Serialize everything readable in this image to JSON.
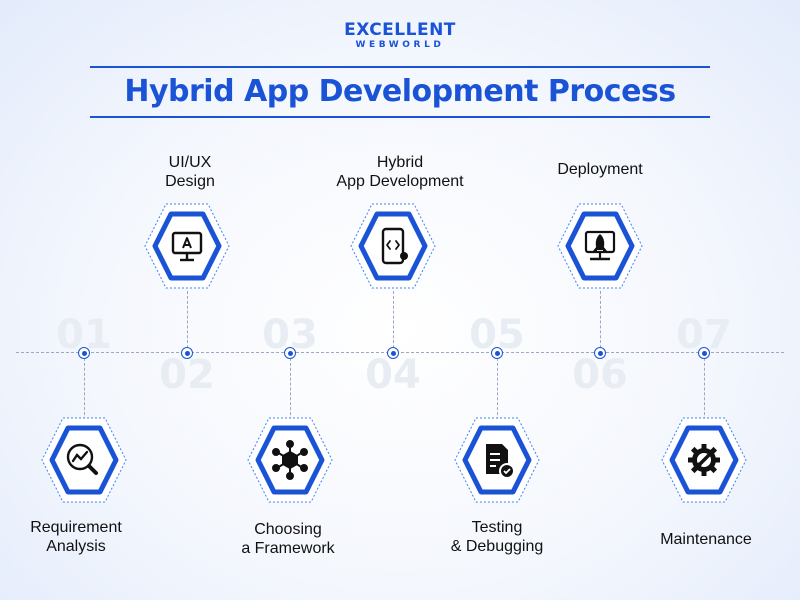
{
  "logo": {
    "line1": "EXCELLENT",
    "line2": "WEBWORLD"
  },
  "title": "Hybrid App Development Process",
  "colors": {
    "accent": "#1a53d6",
    "accent_light": "#3b82f6",
    "step_number": "#e8ecf3",
    "dashed_line": "#9aa8c4"
  },
  "steps": [
    {
      "number": "01",
      "label_line1": "Requirement",
      "label_line2": "Analysis",
      "icon": "analysis-magnifier-icon"
    },
    {
      "number": "02",
      "label_line1": "UI/UX",
      "label_line2": "Design",
      "icon": "design-monitor-icon"
    },
    {
      "number": "03",
      "label_line1": "Choosing",
      "label_line2": "a Framework",
      "icon": "framework-network-icon"
    },
    {
      "number": "04",
      "label_line1": "Hybrid",
      "label_line2": "App Development",
      "icon": "mobile-code-icon"
    },
    {
      "number": "05",
      "label_line1": "Testing",
      "label_line2": "& Debugging",
      "icon": "document-check-icon"
    },
    {
      "number": "06",
      "label_line1": "Deployment",
      "label_line2": "",
      "icon": "rocket-icon"
    },
    {
      "number": "07",
      "label_line1": "Maintenance",
      "label_line2": "",
      "icon": "gear-wrench-icon"
    }
  ]
}
